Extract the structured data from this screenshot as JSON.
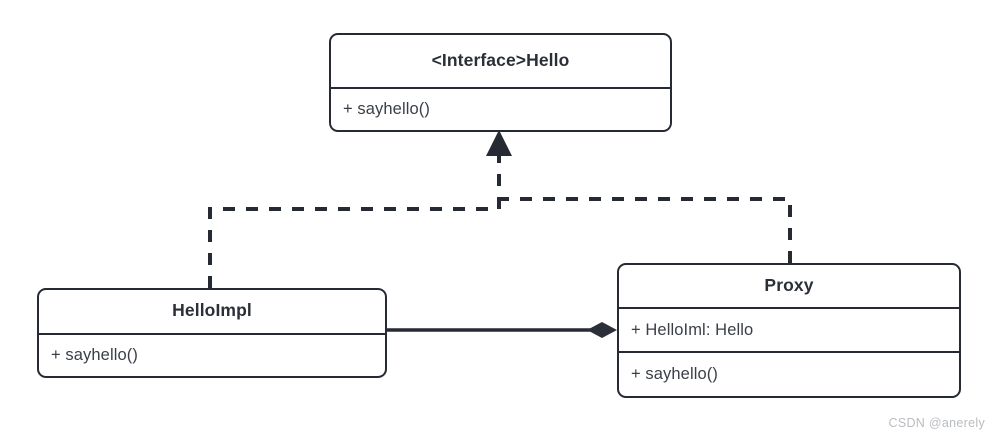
{
  "diagram": {
    "type": "uml-class-diagram",
    "background_color": "#ffffff",
    "stroke_color": "#262b33",
    "classes": [
      {
        "id": "interface-hello",
        "name": "<Interface>Hello",
        "stereotype": "Interface",
        "attributes": [],
        "operations": [
          "+ sayhello()"
        ]
      },
      {
        "id": "helloimpl",
        "name": "HelloImpl",
        "attributes": [],
        "operations": [
          "+ sayhello()"
        ]
      },
      {
        "id": "proxy",
        "name": "Proxy",
        "attributes": [
          "+ HelloIml: Hello"
        ],
        "operations": [
          "+ sayhello()"
        ]
      }
    ],
    "relationships": [
      {
        "id": "realize-helloimpl-hello",
        "kind": "realization",
        "line_style": "dashed",
        "arrowhead": "closed-triangle",
        "from": "helloimpl",
        "to": "interface-hello"
      },
      {
        "id": "realize-proxy-hello",
        "kind": "realization",
        "line_style": "dashed",
        "arrowhead": "closed-triangle",
        "from": "proxy",
        "to": "interface-hello"
      },
      {
        "id": "composition-proxy-helloimpl",
        "kind": "composition",
        "line_style": "solid",
        "arrowhead": "filled-diamond",
        "from": "proxy",
        "to": "helloimpl"
      }
    ]
  },
  "watermark": {
    "text": "CSDN @anerely",
    "color": "#b9bcc0"
  }
}
